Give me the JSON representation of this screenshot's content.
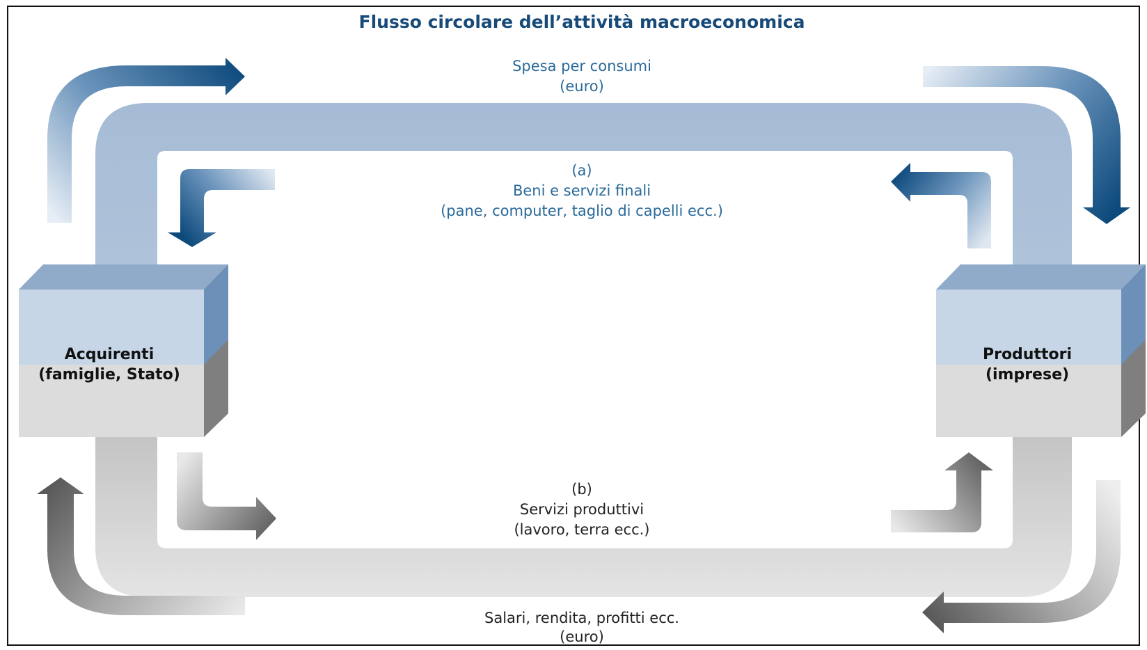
{
  "title": "Flusso circolare dell’attività macroeconomica",
  "top_flow": {
    "label": "Spesa per consumi",
    "unit": "(euro)"
  },
  "goods_flow": {
    "marker": "(a)",
    "label": "Beni e servizi finali",
    "examples": "(pane, computer, taglio di capelli ecc.)"
  },
  "factor_flow": {
    "marker": "(b)",
    "label": "Servizi produttivi",
    "examples": "(lavoro, terra ecc.)"
  },
  "bottom_flow": {
    "label": "Salari, rendita, profitti ecc.",
    "unit": "(euro)"
  },
  "left_box": {
    "line1": "Acquirenti",
    "line2": "(famiglie, Stato)"
  },
  "right_box": {
    "line1": "Produttori",
    "line2": "(imprese)"
  },
  "colors": {
    "title": "#174a78",
    "blue_text": "#2a6a9a",
    "dark_text": "#222222",
    "blue_pipe": "#a9bed6",
    "gray_pipe": "#d2d2d2",
    "arrow_blue": "#0d4a7c",
    "arrow_gray": "#555555"
  }
}
